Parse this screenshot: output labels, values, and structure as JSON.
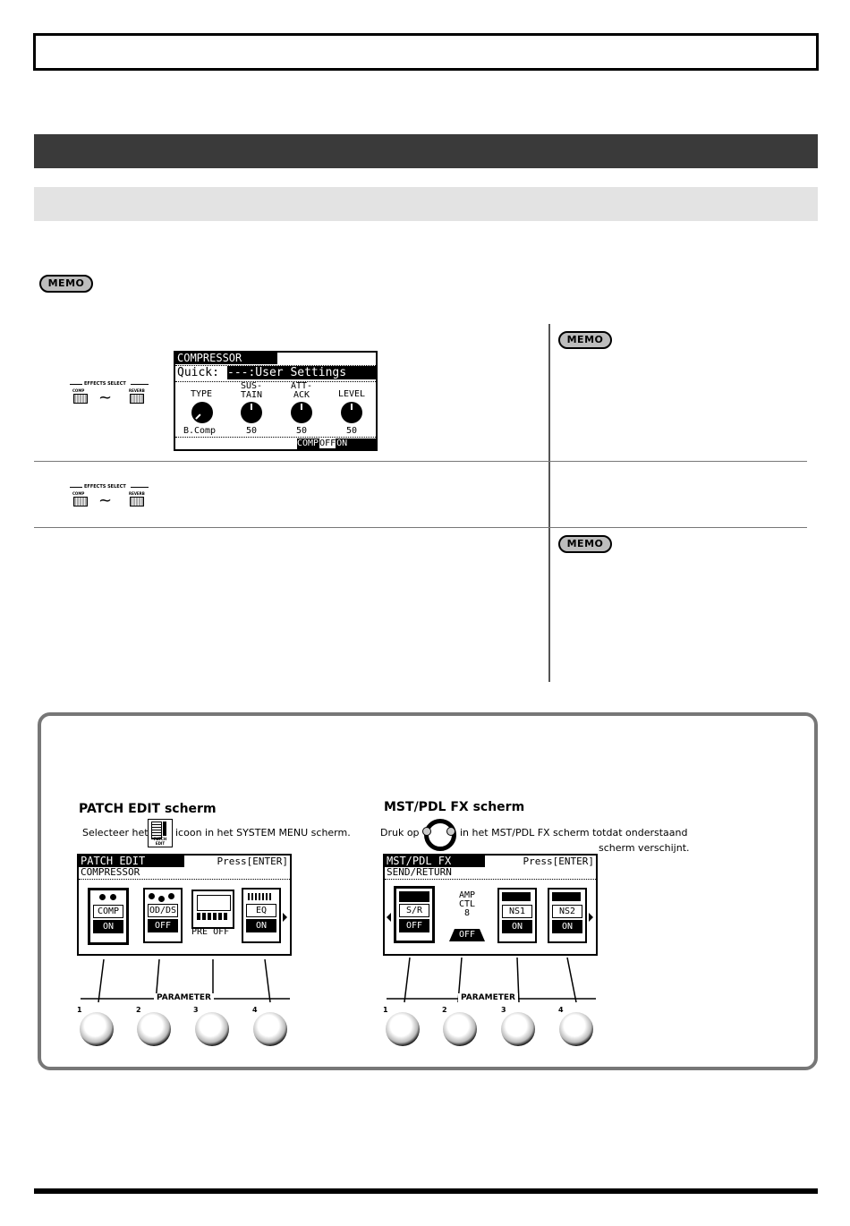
{
  "memo_label": "MEMO",
  "effects_select": {
    "title": "EFFECTS SELECT",
    "left": "COMP",
    "right": "REVERB",
    "tilde": "~"
  },
  "compressor_lcd": {
    "title": "COMPRESSOR",
    "quick": "Quick:",
    "quick_value": "---:User Settings",
    "params": [
      {
        "label": "TYPE",
        "value": "B.Comp"
      },
      {
        "label": "SUS-\nTAIN",
        "value": "50"
      },
      {
        "label": "ATT-\nACK",
        "value": "50"
      },
      {
        "label": "LEVEL",
        "value": "50"
      }
    ],
    "footer": "COMP",
    "off": "OFF",
    "on": "ON"
  },
  "patch_edit": {
    "heading": "PATCH EDIT scherm",
    "instr_pre": "Selecteer het",
    "instr_post": "icoon in het SYSTEM MENU scherm.",
    "icon_label": "PATCH EDIT",
    "lcd_title": "PATCH EDIT",
    "lcd_press": "Press[ENTER]",
    "lcd_sub": "COMPRESSOR",
    "items": [
      {
        "name": "COMP",
        "state": "ON"
      },
      {
        "name": "OD/DS",
        "state": "OFF"
      },
      {
        "name": "PRE",
        "state": "OFF"
      },
      {
        "name": "EQ",
        "state": "ON"
      }
    ]
  },
  "mst_pdl": {
    "heading": "MST/PDL FX scherm",
    "instr_pre": "Druk op",
    "instr_post": "in het MST/PDL FX scherm totdat onderstaand",
    "instr_line2": "scherm verschijnt.",
    "lcd_title": "MST/PDL FX",
    "lcd_press": "Press[ENTER]",
    "lcd_sub": "SEND/RETURN",
    "items": [
      {
        "name": "S/R",
        "state": "OFF"
      },
      {
        "name": "AMP\nCTL\n8",
        "state": "OFF"
      },
      {
        "name": "NS1",
        "state": "ON"
      },
      {
        "name": "NS2",
        "state": "ON"
      }
    ]
  },
  "parameter": {
    "label": "PARAMETER",
    "numbers": [
      "1",
      "2",
      "3",
      "4"
    ]
  }
}
